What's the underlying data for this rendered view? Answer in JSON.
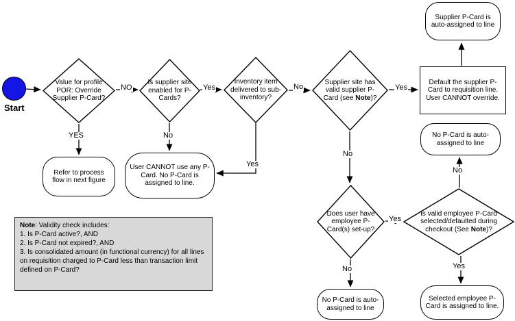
{
  "colors": {
    "start_fill": "#1515e6",
    "note_bg": "#d8d8d8",
    "shape_stroke": "#000000"
  },
  "start": {
    "label": "Start"
  },
  "nodes": {
    "override": {
      "text": "Value for profile POR: Override Supplier P-Card?"
    },
    "site_enabled": {
      "text": "Is supplier site enabled for P-Cards?"
    },
    "inventory": {
      "text": "Inventory item delivered to sub-inventory?"
    },
    "site_valid": {
      "t1": "Supplier site has valid supplier P-Card (see ",
      "bold": "Note",
      "t2": ")?"
    },
    "user_cards": {
      "text": "Does user have employee P-Card(s) set-up?"
    },
    "valid_employee": {
      "t1": "Is valid employee P-Card selected/defaulted during checkout (See ",
      "bold": "Note",
      "t2": ")?"
    },
    "default_supplier": {
      "text": "Default the supplier P-Card to requisition line. User CANNOT override."
    },
    "supplier_auto": {
      "text": "Supplier P-Card is auto-assigned to line"
    },
    "refer": {
      "text": "Refer to process flow in next figure"
    },
    "cannot": {
      "text": "User CANNOT use any P-Card. No P-Card is assigned to line."
    },
    "no_pcard_right": {
      "text": "No P-Card is auto-assigned to line"
    },
    "no_pcard_bottom": {
      "text": "No P-Card is auto-assigned to line"
    },
    "selected_employee": {
      "text": "Selected employee P-Card is assigned to line."
    }
  },
  "edge_labels": {
    "override_no": "NO",
    "override_yes": "YES",
    "site_enabled_yes": "Yes",
    "site_enabled_no": "No",
    "inventory_no": "No",
    "inventory_yes": "Yes",
    "site_valid_yes": "Yes",
    "site_valid_no": "No",
    "user_cards_yes": "Yes",
    "user_cards_no": "No",
    "valid_employee_no": "No",
    "valid_employee_yes": "Yes"
  },
  "note": {
    "title_bold": "Note",
    "title_rest": ": Validity check includes:",
    "line1": "1. Is P-Card active?, AND",
    "line2": "2. Is P-Card not expired?, AND",
    "line3": "3. Is consolidated amount  (in functional currency) for all lines on requisition charged to P-Card less than transaction limit defined on P-Card?"
  }
}
